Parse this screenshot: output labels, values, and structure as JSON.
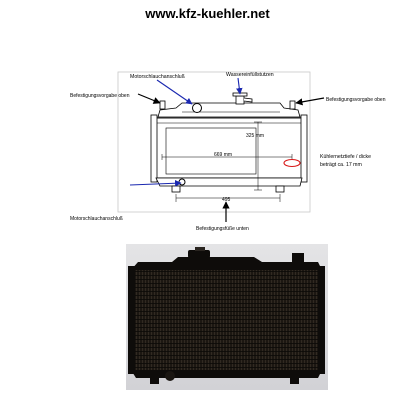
{
  "header": {
    "site_url": "www.kfz-kuehler.net"
  },
  "diagram": {
    "labels": {
      "motor_hose_top": "Motorschlauchanschluß",
      "water_filler": "Wassereinfüllstutzen",
      "mount_top_left": "Befestigungsvorgabe oben",
      "mount_top_right": "Befestigungsvorgabe oben",
      "height_dim": "325 mm",
      "width_dim": "669 mm",
      "core_depth": [
        "Kühlernetztiefe / dicke",
        "beträgt ca. 17 mm"
      ],
      "bottom_dim": "495",
      "motor_hose_bottom": "Motorschlauchanschluß",
      "feet_bottom": "Befestigungsfüße unten"
    },
    "colors": {
      "arrow_blue": "#1a28b0",
      "marker_red": "#d81818",
      "line_black": "#000000"
    }
  },
  "photo": {
    "subject": "radiator-photo",
    "colors": {
      "core": "#1c1712",
      "tank": "#0e0c0a",
      "background": "#dcdcde"
    }
  }
}
